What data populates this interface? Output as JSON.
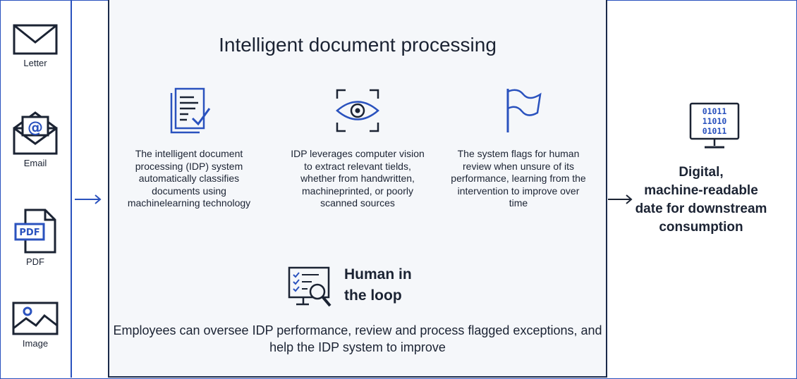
{
  "sources": [
    {
      "label": "Letter",
      "icon": "envelope-icon"
    },
    {
      "label": "Email",
      "icon": "email-at-icon"
    },
    {
      "label": "PDF",
      "icon": "pdf-file-icon",
      "badge": "PDF"
    },
    {
      "label": "Image",
      "icon": "image-icon"
    }
  ],
  "center": {
    "title": "Intelligent document processing",
    "features": [
      {
        "icon": "document-check-icon",
        "text": "The intelligent document processing (IDP) system automatically classifies documents using machinelearning technology"
      },
      {
        "icon": "eye-scan-icon",
        "text": "IDP leverages computer vision to extract relevant tields, whether from handwritten, machineprinted, or poorly scanned sources"
      },
      {
        "icon": "flag-icon",
        "text": "The system flags for human review when unsure of its performance, learning from the intervention to improve over time"
      }
    ],
    "human_in_loop": {
      "title": "Human in\nthe loop",
      "description": "Employees can oversee IDP performance, review and process flagged exceptions, and help the IDP system to improve"
    }
  },
  "output": {
    "binary_lines": [
      "01011",
      "11010",
      "01011"
    ],
    "text": "Digital,\nmachine-readable\ndate for downstream\nconsumption"
  },
  "colors": {
    "accent": "#2a52be",
    "ink": "#1b2333",
    "panel": "#f5f7fa"
  }
}
